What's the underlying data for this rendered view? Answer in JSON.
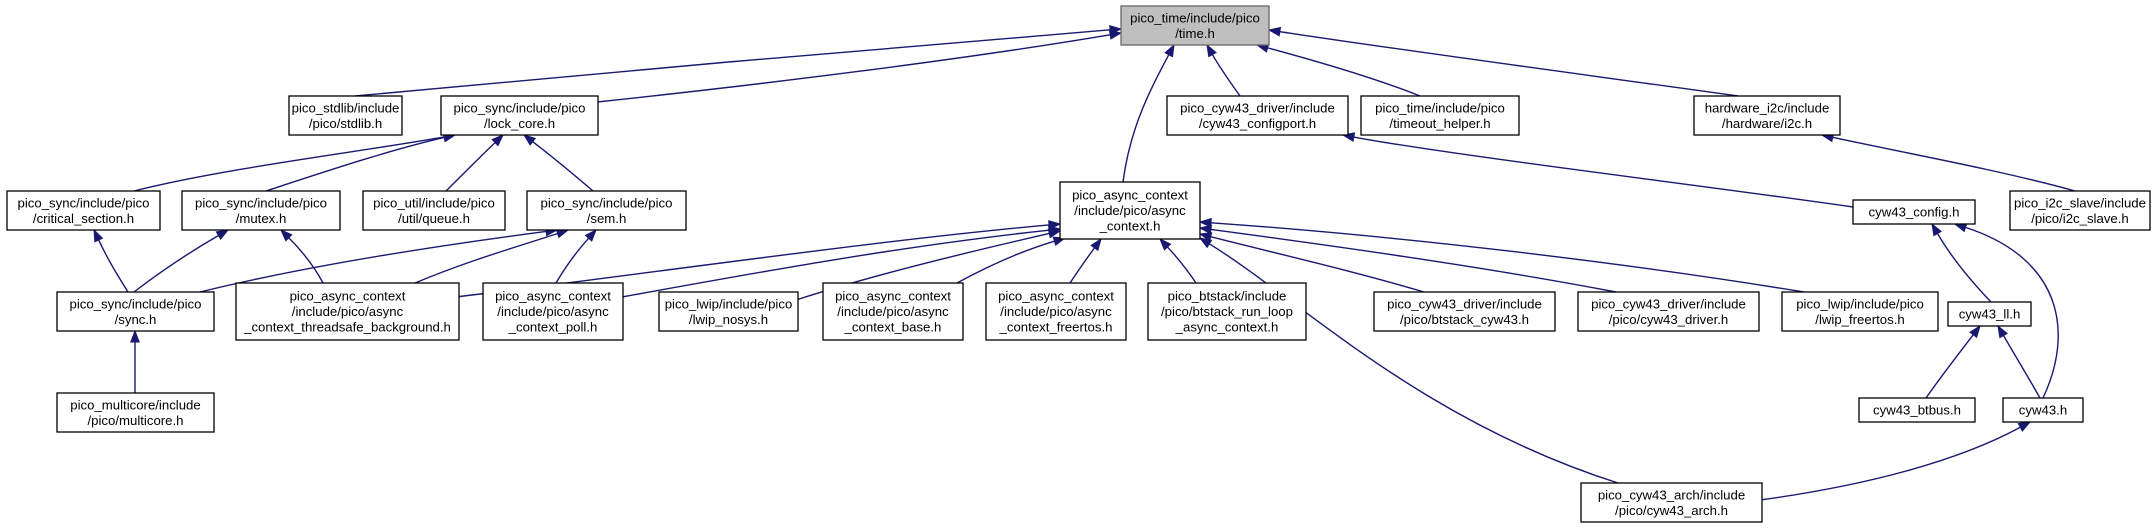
{
  "diagram": {
    "type": "include-dependency-graph",
    "root": "time",
    "nodes": [
      {
        "id": "time",
        "lines": [
          "pico_time/include/pico",
          "/time.h"
        ]
      },
      {
        "id": "stdlib",
        "lines": [
          "pico_stdlib/include",
          "/pico/stdlib.h"
        ]
      },
      {
        "id": "lock_core",
        "lines": [
          "pico_sync/include/pico",
          "/lock_core.h"
        ]
      },
      {
        "id": "cyw43_configport",
        "lines": [
          "pico_cyw43_driver/include",
          "/cyw43_configport.h"
        ]
      },
      {
        "id": "timeout_helper",
        "lines": [
          "pico_time/include/pico",
          "/timeout_helper.h"
        ]
      },
      {
        "id": "i2c",
        "lines": [
          "hardware_i2c/include",
          "/hardware/i2c.h"
        ]
      },
      {
        "id": "critical_section",
        "lines": [
          "pico_sync/include/pico",
          "/critical_section.h"
        ]
      },
      {
        "id": "mutex",
        "lines": [
          "pico_sync/include/pico",
          "/mutex.h"
        ]
      },
      {
        "id": "queue",
        "lines": [
          "pico_util/include/pico",
          "/util/queue.h"
        ]
      },
      {
        "id": "sem",
        "lines": [
          "pico_sync/include/pico",
          "/sem.h"
        ]
      },
      {
        "id": "async_context",
        "lines": [
          "pico_async_context",
          "/include/pico/async",
          "_context.h"
        ]
      },
      {
        "id": "cyw43_config",
        "lines": [
          "cyw43_config.h"
        ]
      },
      {
        "id": "i2c_slave",
        "lines": [
          "pico_i2c_slave/include",
          "/pico/i2c_slave.h"
        ]
      },
      {
        "id": "sync",
        "lines": [
          "pico_sync/include/pico",
          "/sync.h"
        ]
      },
      {
        "id": "threadsafe_bg",
        "lines": [
          "pico_async_context",
          "/include/pico/async",
          "_context_threadsafe_background.h"
        ]
      },
      {
        "id": "ctx_poll",
        "lines": [
          "pico_async_context",
          "/include/pico/async",
          "_context_poll.h"
        ]
      },
      {
        "id": "lwip_nosys",
        "lines": [
          "pico_lwip/include/pico",
          "/lwip_nosys.h"
        ]
      },
      {
        "id": "ctx_base",
        "lines": [
          "pico_async_context",
          "/include/pico/async",
          "_context_base.h"
        ]
      },
      {
        "id": "ctx_freertos",
        "lines": [
          "pico_async_context",
          "/include/pico/async",
          "_context_freertos.h"
        ]
      },
      {
        "id": "btstack_run_loop",
        "lines": [
          "pico_btstack/include",
          "/pico/btstack_run_loop",
          "_async_context.h"
        ]
      },
      {
        "id": "btstack_cyw43",
        "lines": [
          "pico_cyw43_driver/include",
          "/pico/btstack_cyw43.h"
        ]
      },
      {
        "id": "cyw43_driver",
        "lines": [
          "pico_cyw43_driver/include",
          "/pico/cyw43_driver.h"
        ]
      },
      {
        "id": "lwip_freertos",
        "lines": [
          "pico_lwip/include/pico",
          "/lwip_freertos.h"
        ]
      },
      {
        "id": "cyw43_ll",
        "lines": [
          "cyw43_ll.h"
        ]
      },
      {
        "id": "multicore",
        "lines": [
          "pico_multicore/include",
          "/pico/multicore.h"
        ]
      },
      {
        "id": "cyw43_btbus",
        "lines": [
          "cyw43_btbus.h"
        ]
      },
      {
        "id": "cyw43",
        "lines": [
          "cyw43.h"
        ]
      },
      {
        "id": "cyw43_arch",
        "lines": [
          "pico_cyw43_arch/include",
          "/pico/cyw43_arch.h"
        ]
      }
    ],
    "edges": [
      [
        "stdlib",
        "time"
      ],
      [
        "lock_core",
        "time"
      ],
      [
        "cyw43_configport",
        "time"
      ],
      [
        "timeout_helper",
        "time"
      ],
      [
        "i2c",
        "time"
      ],
      [
        "async_context",
        "time"
      ],
      [
        "critical_section",
        "lock_core"
      ],
      [
        "mutex",
        "lock_core"
      ],
      [
        "queue",
        "lock_core"
      ],
      [
        "sem",
        "lock_core"
      ],
      [
        "cyw43_config",
        "cyw43_configport"
      ],
      [
        "i2c_slave",
        "i2c"
      ],
      [
        "sync",
        "critical_section"
      ],
      [
        "sync",
        "mutex"
      ],
      [
        "threadsafe_bg",
        "mutex"
      ],
      [
        "sync",
        "sem"
      ],
      [
        "threadsafe_bg",
        "sem"
      ],
      [
        "ctx_poll",
        "sem"
      ],
      [
        "threadsafe_bg",
        "async_context"
      ],
      [
        "ctx_poll",
        "async_context"
      ],
      [
        "lwip_nosys",
        "async_context"
      ],
      [
        "ctx_base",
        "async_context"
      ],
      [
        "ctx_freertos",
        "async_context"
      ],
      [
        "btstack_run_loop",
        "async_context"
      ],
      [
        "btstack_cyw43",
        "async_context"
      ],
      [
        "cyw43_driver",
        "async_context"
      ],
      [
        "lwip_freertos",
        "async_context"
      ],
      [
        "cyw43_arch",
        "async_context"
      ],
      [
        "multicore",
        "sync"
      ],
      [
        "cyw43_ll",
        "cyw43_config"
      ],
      [
        "cyw43",
        "cyw43_config"
      ],
      [
        "cyw43_btbus",
        "cyw43_ll"
      ],
      [
        "cyw43",
        "cyw43_ll"
      ],
      [
        "cyw43_arch",
        "cyw43"
      ]
    ]
  }
}
